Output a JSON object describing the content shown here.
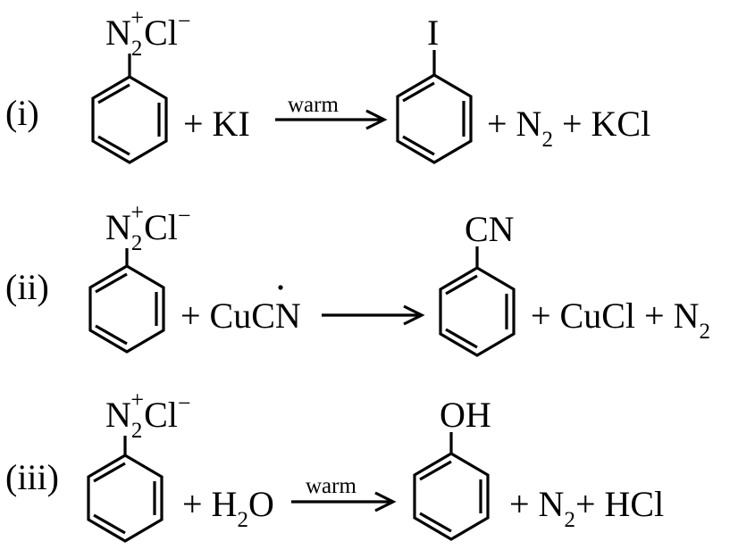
{
  "reactions": [
    {
      "label": "(i)",
      "reactant_group": {
        "atom": "N",
        "sub": "2",
        "sup": "+",
        "counter": "Cl",
        "counter_sup": "−"
      },
      "reagent": "+ KI",
      "condition": "warm",
      "product_group": "I",
      "byproducts": {
        "plus1": "+ N",
        "sub": "2",
        "rest": " + KCl"
      }
    },
    {
      "label": "(ii)",
      "reactant_group": {
        "atom": "N",
        "sub": "2",
        "sup": "+",
        "counter": "Cl",
        "counter_sup": "−"
      },
      "reagent": "+ CuCN",
      "condition": "",
      "product_group": "CN",
      "byproducts": {
        "plus1": "+ CuCl + N",
        "sub": "2",
        "rest": ""
      }
    },
    {
      "label": "(iii)",
      "reactant_group": {
        "atom": "N",
        "sub": "2",
        "sup": "+",
        "counter": "Cl",
        "counter_sup": "−"
      },
      "reagent_parts": {
        "pre": "+ H",
        "sub": "2",
        "post": "O"
      },
      "condition": "warm",
      "product_group": "OH",
      "byproducts": {
        "plus1": "+ N",
        "sub": "2",
        "rest": "+ HCl"
      }
    }
  ]
}
